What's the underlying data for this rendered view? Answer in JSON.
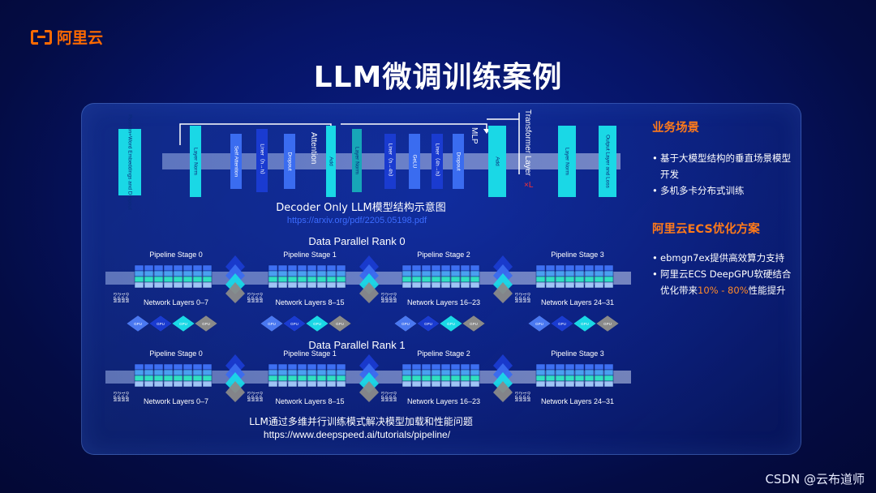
{
  "brand": {
    "logo_text": "阿里云"
  },
  "title": "LLM微调训练案例",
  "decoder": {
    "blocks": [
      "Position+Word Embeddings and Dropout",
      "Layer Norm",
      "Self Attention",
      "Liner（h→h）",
      "Dropout",
      "Add",
      "Layer Norm",
      "Liner（h→4h）",
      "GeLU",
      "Liner（4h→h）",
      "Dropout",
      "Add",
      "Layer Norm",
      "Output Layer and Loss"
    ],
    "attention_label": "Attention",
    "mlp_label": "MLP",
    "transformer_label": "Transformer Layer",
    "repeat_label": "×L",
    "caption": "Decoder Only LLM模型结构示意图",
    "link": "https://arxiv.org/pdf/2205.05198.pdf"
  },
  "pipeline": {
    "rank0_title": "Data Parallel Rank 0",
    "rank1_title": "Data Parallel Rank 1",
    "stages": [
      "Pipeline Stage 0",
      "Pipeline Stage 1",
      "Pipeline Stage 2",
      "Pipeline Stage 3"
    ],
    "rank0_layers": [
      "Network Layers 0–7",
      "Network Layers 8–15",
      "Network Layers 16–23",
      "Network Layers 24–31"
    ],
    "rank1_layers": [
      "Network Layers 0–7",
      "Network Layers 8–15",
      "Network Layers 16–23",
      "Network Layers 24–31"
    ],
    "mp_labels": [
      "MP-3",
      "MP-2",
      "MP-1",
      "MP-0"
    ],
    "gpu_label": "GPU",
    "caption": "LLM通过多维并行训练模式解决模型加载和性能问题",
    "link": "https://www.deepspeed.ai/tutorials/pipeline/"
  },
  "sidebar": {
    "scenario_heading": "业务场景",
    "scenario_items": [
      "基于大模型结构的垂直场景模型开发",
      "多机多卡分布式训练"
    ],
    "solution_heading": "阿里云ECS优化方案",
    "solution_item1": "ebmgn7ex提供高效算力支持",
    "solution_item2_pre": "阿里云ECS DeepGPU软硬结合优化带来",
    "solution_item2_hl": "10% - 80%",
    "solution_item2_post": "性能提升"
  },
  "watermark": "CSDN @云布道师",
  "colors": {
    "accent": "#ff6a00",
    "cyan": "#1ad8e6",
    "blue": "#2f5be8",
    "green": "#39d4a0"
  }
}
